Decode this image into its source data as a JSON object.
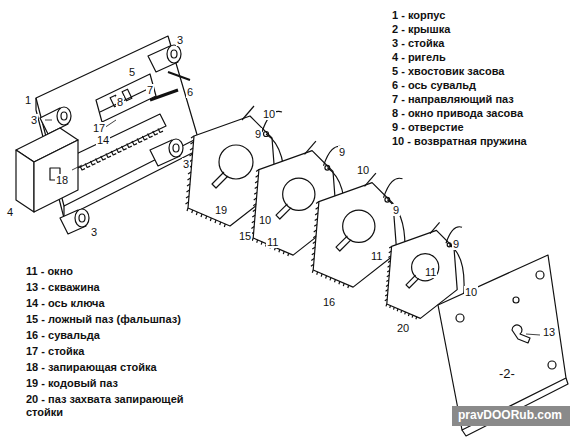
{
  "diagram": {
    "labels": [
      "1 - корпус",
      "2 - крышка",
      "3 - стойка",
      "4 - ригель",
      "5 - хвостовик засова",
      "6 - ось сувальд",
      "7  - направляющий паз",
      "8 - окно привода засова",
      "9 -  отверстие",
      "10 - возвратная пружина",
      "11 - окно",
      "13 - скважина",
      "14 - ось ключа",
      "15 - ложный паз (фальшпаз)",
      "16 - сувальда",
      "17 - стойка",
      "18 - запирающая стойка",
      "19 - кодовый паз",
      "20 - паз захвата запирающей стойки",
      "3",
      "1",
      "3",
      "5",
      "7",
      "6",
      "8",
      "17",
      "14",
      "3",
      "18",
      "4",
      "3",
      "10",
      "9",
      "19",
      "15",
      "9",
      "10",
      "11",
      "10",
      "9",
      "11",
      "16",
      "9",
      "11",
      "10",
      "20",
      "13",
      "-2-",
      "pravDOORub.com"
    ]
  }
}
